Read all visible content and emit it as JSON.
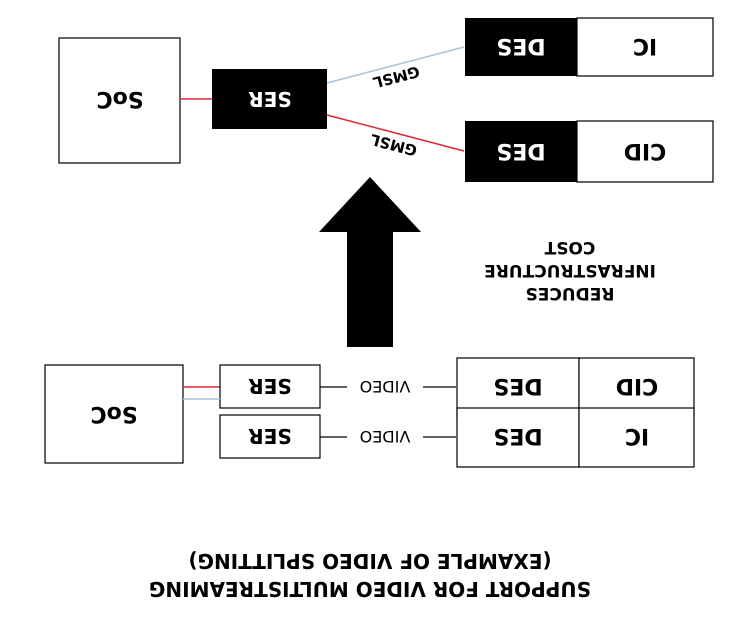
{
  "diagram": {
    "caption": {
      "line1": "SUPPORT FOR VIDEO MULTISTREAMING",
      "line2": "(EXAMPLE OF VIDEO SPLITTING)"
    },
    "before": {
      "soc": "SoC",
      "paths": [
        {
          "ser": "SER",
          "link": "VIDEO",
          "des": "DES",
          "sink": "IC",
          "line_color": "#a9c4dc"
        },
        {
          "ser": "SER",
          "link": "VIDEO",
          "des": "DES",
          "sink": "CID",
          "line_color": "#e0283c"
        }
      ]
    },
    "transition": {
      "lines": [
        "REDUCES",
        "INFRASTRUCTURE",
        "COST"
      ]
    },
    "after": {
      "soc": "SoC",
      "ser": "SER",
      "paths": [
        {
          "link": "GMSL",
          "des": "DES",
          "sink": "IC",
          "line_color": "#a9c4dc"
        },
        {
          "link": "GMSL",
          "des": "DES",
          "sink": "CID",
          "line_color": "#e0283c"
        }
      ]
    }
  }
}
